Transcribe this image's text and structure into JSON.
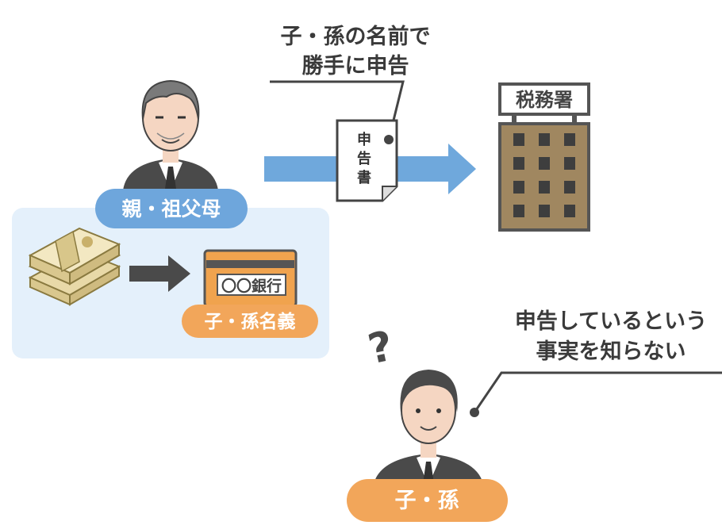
{
  "callout_top": {
    "line1": "子・孫の名前で",
    "line2": "勝手に申告"
  },
  "document": {
    "chars": [
      "申",
      "告",
      "書"
    ]
  },
  "tax_office": {
    "sign": "税務署"
  },
  "parent": {
    "label": "親・祖父母"
  },
  "bank_card": {
    "text": "〇〇銀行"
  },
  "account_label": {
    "text": "子・孫名義"
  },
  "callout_bottom": {
    "line1": "申告しているという",
    "line2": "事実を知らない"
  },
  "question": {
    "mark": "?"
  },
  "child": {
    "label": "子・孫"
  },
  "colors": {
    "arrow_blue": "#6fa8dc",
    "pill_blue": "#6ea6dc",
    "pill_orange": "#f2a65a",
    "panel_blue": "#e4f0fb",
    "building": "#a08760",
    "building_dark": "#555555",
    "card_orange": "#f0a34e",
    "person_dark": "#4a4a4a"
  }
}
